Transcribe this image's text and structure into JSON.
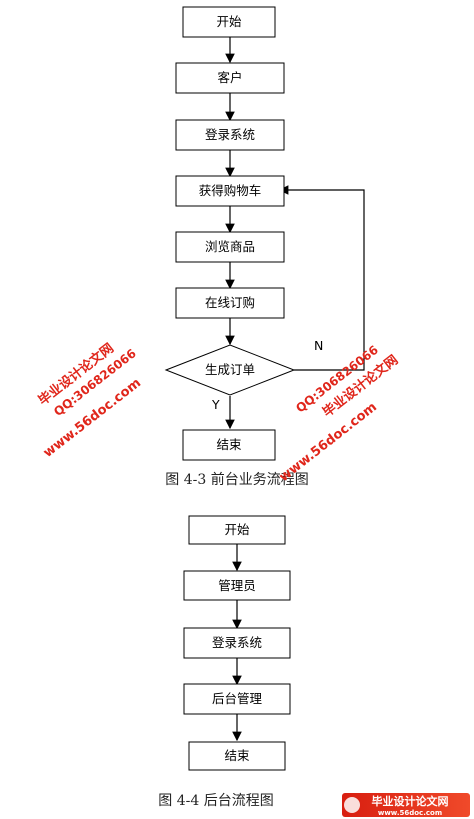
{
  "diagram1": {
    "nodes": {
      "start": "开始",
      "customer": "客户",
      "login": "登录系统",
      "cart": "获得购物车",
      "browse": "浏览商品",
      "order": "在线订购",
      "gen": "生成订单",
      "end": "结束"
    },
    "edge_n": "N",
    "edge_y": "Y",
    "caption": "图 4-3   前台业务流程图"
  },
  "diagram2": {
    "nodes": {
      "start": "开始",
      "admin": "管理员",
      "login": "登录系统",
      "back": "后台管理",
      "end": "结束"
    },
    "caption": "图 4-4   后台流程图"
  },
  "watermarks": {
    "site_cn": "毕业设计论文网",
    "site_url": "www.56doc.com",
    "qq": "QQ:306826066"
  },
  "colors": {
    "watermark": "#e0261b"
  }
}
